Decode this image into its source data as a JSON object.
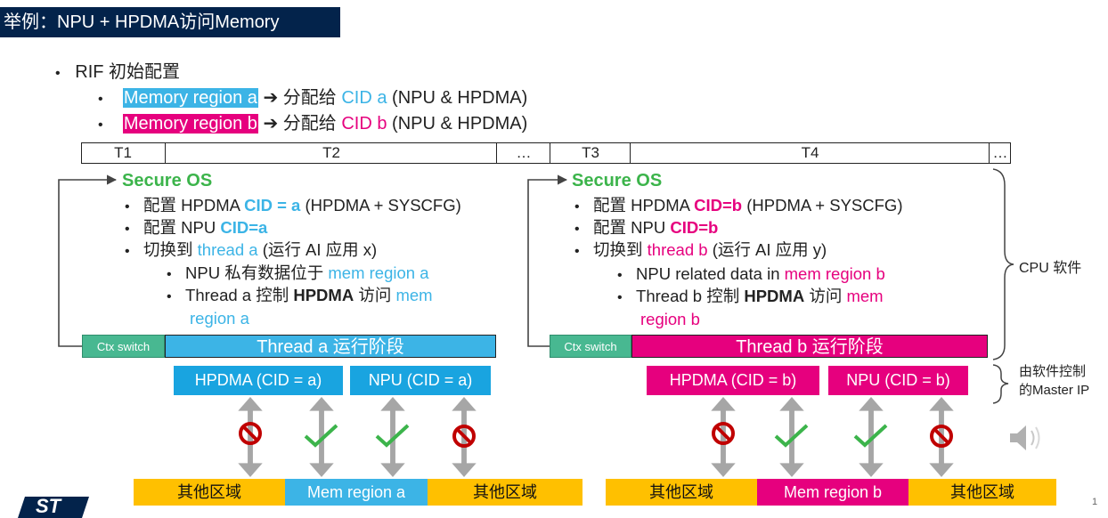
{
  "title": "举例：NPU + HPDMA访问Memory",
  "rif": {
    "heading": "RIF 初始配置",
    "items": [
      {
        "region": "Memory region a",
        "arrow": "➔",
        "text": "分配给",
        "cid": "CID a",
        "rest": "(NPU & HPDMA)"
      },
      {
        "region": "Memory region b",
        "arrow": "➔",
        "text": "分配给",
        "cid": "CID b",
        "rest": "(NPU & HPDMA)"
      }
    ]
  },
  "timeline": {
    "cells": [
      "T1",
      "T2",
      "…",
      "T3",
      "T4",
      "…"
    ]
  },
  "panel_a": {
    "heading": "Secure OS",
    "line1_pre": "配置 HPDMA ",
    "line1_key": "CID = a",
    "line1_post": " (HPDMA + SYSCFG)",
    "line2_pre": "配置 NPU ",
    "line2_key": "CID=a",
    "line3_pre": "切换到 ",
    "line3_key": "thread a",
    "line3_post": " (运行 AI 应用 x)",
    "sub1_pre": "NPU 私有数据位于 ",
    "sub1_key": "mem region a",
    "sub2_pre": "Thread a 控制 ",
    "sub2_bold": "HPDMA",
    "sub2_mid": " 访问 ",
    "sub2_key1": "mem",
    "sub2_key2": "region a",
    "ctx": "Ctx switch",
    "thread": "Thread a 运行阶段",
    "chip_dma": "HPDMA (CID = a)",
    "chip_npu": "NPU (CID = a)",
    "regions": [
      "其他区域",
      "Mem region a",
      "其他区域"
    ]
  },
  "panel_b": {
    "heading": "Secure OS",
    "line1_pre": "配置 HPDMA ",
    "line1_key": "CID=b",
    "line1_post": " (HPDMA + SYSCFG)",
    "line2_pre": "配置 NPU ",
    "line2_key": "CID=b",
    "line3_pre": "切换到 ",
    "line3_key": "thread b",
    "line3_post": " (运行 AI 应用 y)",
    "sub1_pre": "NPU related data in ",
    "sub1_key": "mem region b",
    "sub2_pre": "Thread b 控制 ",
    "sub2_bold": "HPDMA",
    "sub2_mid": " 访问 ",
    "sub2_key1": "mem",
    "sub2_key2": "region b",
    "ctx": "Ctx switch",
    "thread": "Thread b 运行阶段",
    "chip_dma": "HPDMA (CID = b)",
    "chip_npu": "NPU (CID = b)",
    "regions": [
      "其他区域",
      "Mem region b",
      "其他区域"
    ]
  },
  "labels": {
    "cpu": "CPU 软件",
    "master1": "由软件控制",
    "master2": "的Master IP"
  },
  "page_number": "1",
  "logo_text": "ST",
  "colors": {
    "blue": "#3cb4e6",
    "magenta": "#e6007e",
    "yellow": "#ffc000",
    "green": "#3cb44b",
    "navy": "#03234b",
    "denied": "#c00000"
  },
  "icons": {
    "allowed": "check-icon",
    "denied": "no-entry-icon",
    "speaker": "speaker-icon"
  }
}
